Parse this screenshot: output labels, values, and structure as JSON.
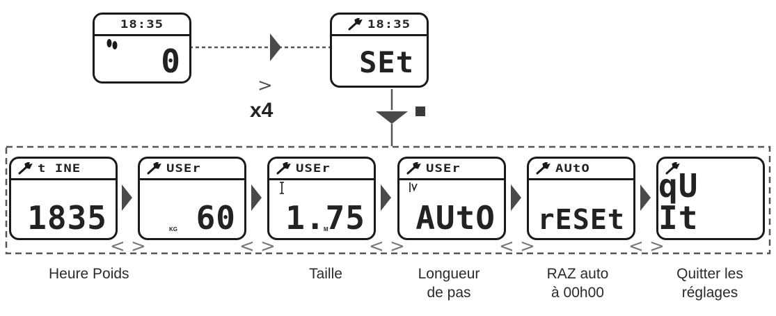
{
  "top": {
    "clock_time": "18:35",
    "step_value": "0",
    "set_time": "18:35",
    "set_label": "SEt",
    "press_glyph": ">",
    "press_count": "x4"
  },
  "screens": [
    {
      "header": "t INE",
      "value": "1835",
      "unit": ""
    },
    {
      "header": "USEr",
      "value": "60",
      "unit": "KG"
    },
    {
      "header": "USEr",
      "value": "1.75",
      "unit": "M"
    },
    {
      "header": "USEr",
      "value": "AUtO",
      "unit": ""
    },
    {
      "header": "AUtO",
      "value": "rESEt",
      "unit": ""
    },
    {
      "header": "",
      "value": "qU It",
      "unit": ""
    }
  ],
  "nav_glyph": "< >",
  "labels": [
    "Heure Poids",
    "Taille",
    "Longueur",
    "de pas",
    "RAZ auto",
    "à 00h00",
    "Quitter les",
    "réglages"
  ],
  "colors": {
    "lcd_border": "#1a1a1a",
    "arrow": "#4a4a4a",
    "dash": "#555555",
    "chevron": "#777777"
  }
}
